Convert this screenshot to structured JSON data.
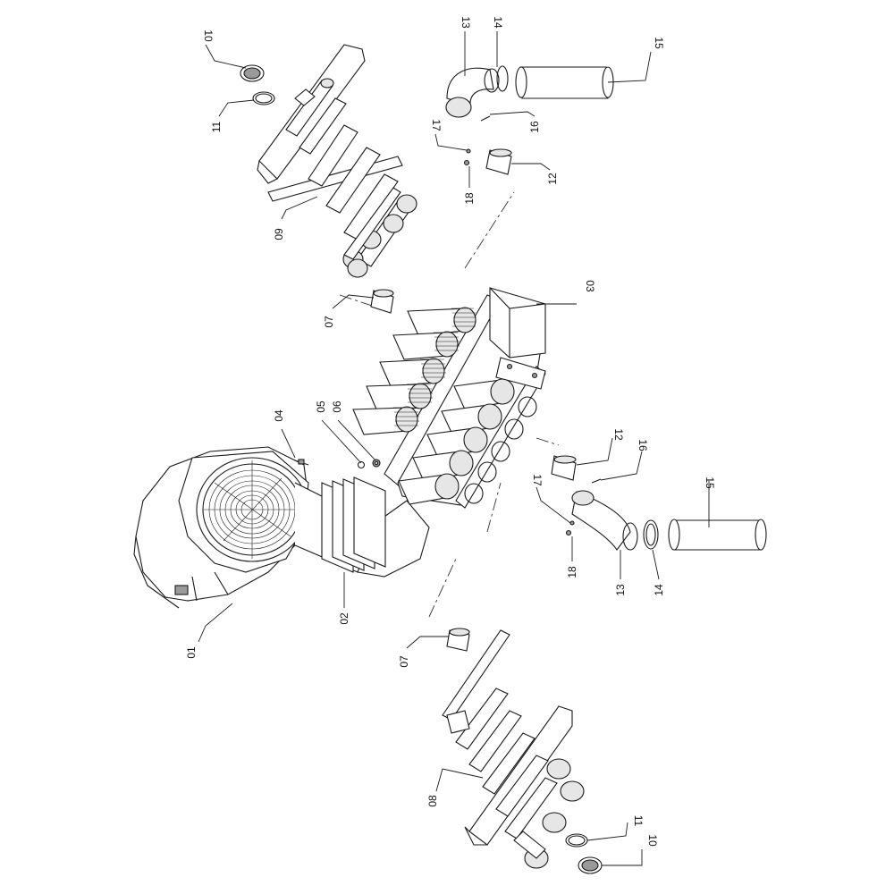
{
  "diagram": {
    "callouts": [
      {
        "id": "c01",
        "text": "01"
      },
      {
        "id": "c02",
        "text": "02"
      },
      {
        "id": "c03",
        "text": "03"
      },
      {
        "id": "c04",
        "text": "04"
      },
      {
        "id": "c05",
        "text": "05"
      },
      {
        "id": "c06",
        "text": "06"
      },
      {
        "id": "c07a",
        "text": "07"
      },
      {
        "id": "c07b",
        "text": "07"
      },
      {
        "id": "c08",
        "text": "08"
      },
      {
        "id": "c09",
        "text": "09"
      },
      {
        "id": "c10a",
        "text": "10"
      },
      {
        "id": "c10b",
        "text": "10"
      },
      {
        "id": "c11a",
        "text": "11"
      },
      {
        "id": "c11b",
        "text": "11"
      },
      {
        "id": "c12a",
        "text": "12"
      },
      {
        "id": "c12b",
        "text": "12"
      },
      {
        "id": "c13a",
        "text": "13"
      },
      {
        "id": "c13b",
        "text": "13"
      },
      {
        "id": "c14a",
        "text": "14"
      },
      {
        "id": "c14b",
        "text": "14"
      },
      {
        "id": "c15a",
        "text": "15"
      },
      {
        "id": "c15b",
        "text": "15"
      },
      {
        "id": "c16a",
        "text": "16"
      },
      {
        "id": "c16b",
        "text": "16"
      },
      {
        "id": "c17a",
        "text": "17"
      },
      {
        "id": "c17b",
        "text": "17"
      },
      {
        "id": "c18a",
        "text": "18"
      },
      {
        "id": "c18b",
        "text": "18"
      }
    ]
  }
}
